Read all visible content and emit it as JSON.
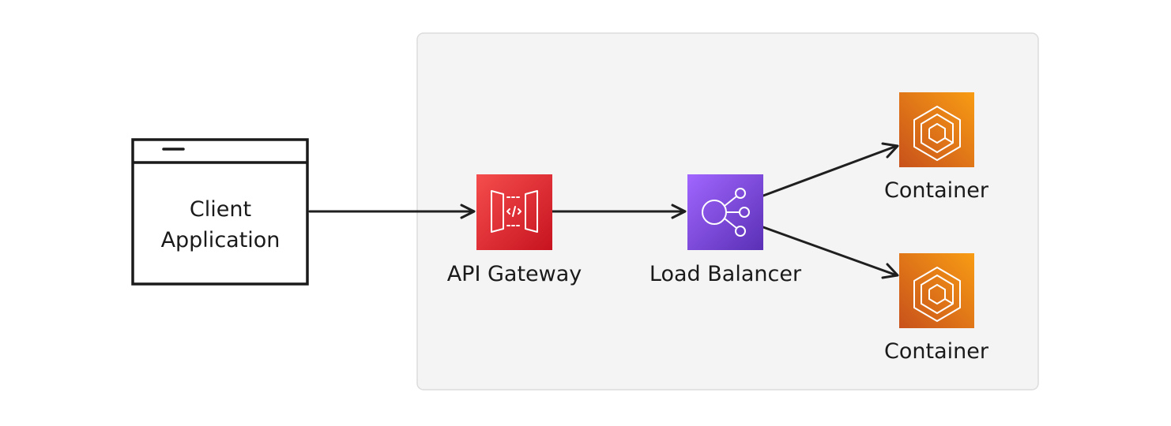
{
  "nodes": {
    "client": {
      "label_line1": "Client",
      "label_line2": "Application"
    },
    "api_gateway": {
      "label": "API Gateway",
      "icon": "api-gateway-icon",
      "color_top": "#f54d4d",
      "color_bottom": "#c7131f"
    },
    "load_balancer": {
      "label": "Load Balancer",
      "icon": "elastic-load-balancing-icon",
      "color_top": "#a166ff",
      "color_bottom": "#5a30b5"
    },
    "container_1": {
      "label": "Container",
      "icon": "elastic-container-service-icon",
      "color_top": "#f89c14",
      "color_bottom": "#c8511b"
    },
    "container_2": {
      "label": "Container",
      "icon": "elastic-container-service-icon",
      "color_top": "#f89c14",
      "color_bottom": "#c8511b"
    }
  },
  "group": {
    "fill": "#f4f4f4",
    "stroke": "#dcdcdc"
  },
  "edges": [
    {
      "from": "client",
      "to": "api_gateway"
    },
    {
      "from": "api_gateway",
      "to": "load_balancer"
    },
    {
      "from": "load_balancer",
      "to": "container_1"
    },
    {
      "from": "load_balancer",
      "to": "container_2"
    }
  ]
}
